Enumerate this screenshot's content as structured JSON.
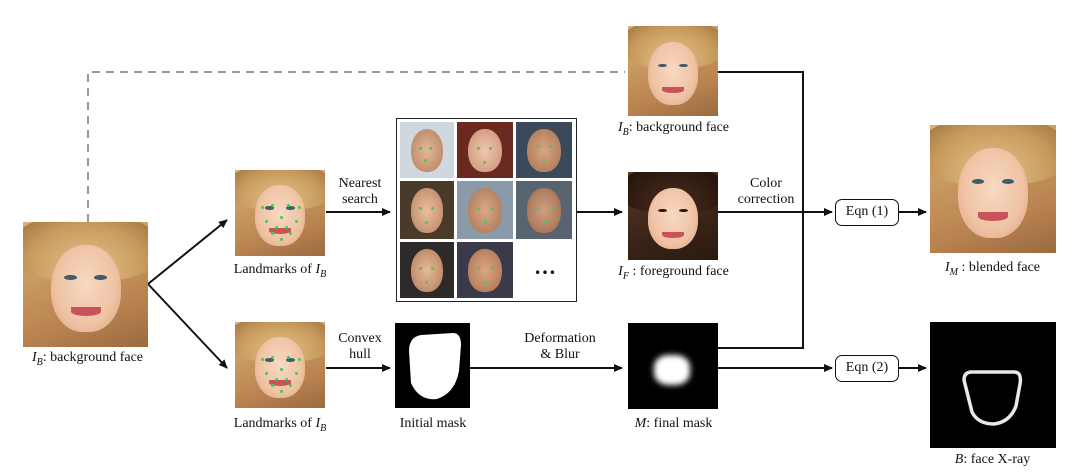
{
  "labels": {
    "bg_face_left": "I_B: background face",
    "landmarks_top": "Landmarks of I_B",
    "landmarks_bottom": "Landmarks of I_B",
    "nearest_search_1": "Nearest",
    "nearest_search_2": "search",
    "convex_hull_1": "Convex",
    "convex_hull_2": "hull",
    "bg_face_top": "I_B: background face",
    "fg_face": "I_F : foreground face",
    "color_correction_1": "Color",
    "color_correction_2": "correction",
    "deformation_1": "Deformation",
    "deformation_2": "& Blur",
    "initial_mask": "Initial mask",
    "final_mask": "M: final mask",
    "eqn1": "Eqn (1)",
    "eqn2": "Eqn (2)",
    "blended_face": "I_M : blended face",
    "face_xray": "B: face X-ray",
    "ellipsis": "…"
  },
  "parts": {
    "bg_face_left": {
      "var": "I",
      "sub": "B",
      "text": ": background face"
    },
    "landmarks_top": {
      "pre": "Landmarks of ",
      "var": "I",
      "sub": "B"
    },
    "landmarks_bottom": {
      "pre": "Landmarks of ",
      "var": "I",
      "sub": "B"
    },
    "bg_face_top": {
      "var": "I",
      "sub": "B",
      "text": ": background face"
    },
    "fg_face": {
      "var": "I",
      "sub": "F",
      "text": " : foreground face"
    },
    "final_mask": {
      "var": "M",
      "text": ": final mask"
    },
    "blended_face": {
      "var": "I",
      "sub": "M",
      "text": " : blended face"
    },
    "face_xray": {
      "var": "B",
      "text": ": face X-ray"
    }
  },
  "colors": {
    "landmark": "#39d24a",
    "line": "#111111",
    "dashed_line": "#9a9a9a"
  }
}
